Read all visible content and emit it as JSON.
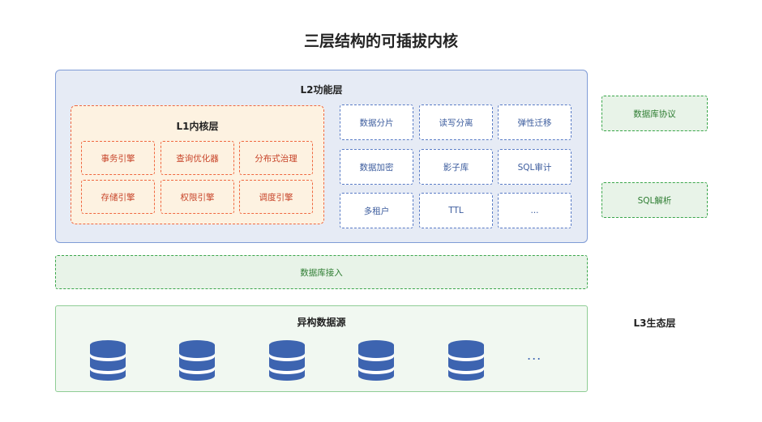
{
  "title": "三层结构的可插拔内核",
  "l2": {
    "title": "L2功能层",
    "modules": [
      "数据分片",
      "读写分离",
      "弹性迁移",
      "数据加密",
      "影子库",
      "SQL审计",
      "多租户",
      "TTL",
      "..."
    ]
  },
  "l1": {
    "title": "L1内核层",
    "modules": [
      "事务引擎",
      "查询优化器",
      "分布式治理",
      "存储引擎",
      "权限引擎",
      "调度引擎"
    ]
  },
  "access": {
    "label": "数据库接入"
  },
  "hetero": {
    "title": "异构数据源",
    "more": "..."
  },
  "side": {
    "protocol": "数据库协议",
    "sql_parse": "SQL解析",
    "l3": "L3生态层"
  },
  "colors": {
    "l2_border": "#7f9bd6",
    "l1_border": "#f06840",
    "green": "#3aa64a",
    "db_blue": "#3d64b0"
  },
  "icons": {
    "datasource": "database-icon"
  }
}
